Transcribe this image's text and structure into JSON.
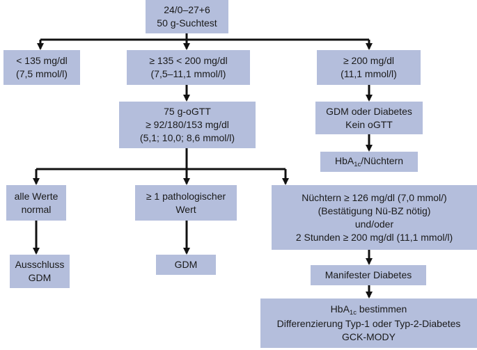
{
  "flow": {
    "start": {
      "lines": [
        "24/0–27+6",
        "50 g-Suchtest"
      ]
    },
    "lt135": {
      "lines": [
        "< 135 mg/dl",
        "(7,5 mmol/l)"
      ]
    },
    "mid": {
      "lines": [
        "≥ 135 < 200 mg/dl",
        "(7,5–11,1 mmol/l)"
      ]
    },
    "ge200": {
      "lines": [
        "≥ 200 mg/dl",
        "(11,1 mmol/l)"
      ]
    },
    "ogtt": {
      "lines": [
        "75 g-oGTT",
        "≥ 92/180/153 mg/dl",
        "(5,1; 10,0; 8,6 mmol/l)"
      ]
    },
    "gdm_or_diabetes": {
      "lines": [
        "GDM oder Diabetes",
        "Kein oGTT"
      ]
    },
    "hba1c_fasting": {
      "prefix": "HbA",
      "sub": "1c",
      "suffix": "/Nüchtern"
    },
    "all_normal": {
      "lines": [
        "alle Werte",
        "normal"
      ]
    },
    "one_pathologic": {
      "lines": [
        "≥ 1 pathologischer",
        "Wert"
      ]
    },
    "criteria": {
      "lines": [
        "Nüchtern ≥ 126 mg/dl (7,0 mmol/)",
        "(Bestätigung Nü-BZ nötig)",
        "und/oder",
        "2 Stunden ≥ 200 mg/dl (11,1 mmol/l)"
      ]
    },
    "exclusion": {
      "lines": [
        "Ausschluss",
        "GDM"
      ]
    },
    "gdm": {
      "lines": [
        "GDM"
      ]
    },
    "manifest": {
      "lines": [
        "Manifester Diabetes"
      ]
    },
    "final": {
      "line1_prefix": "HbA",
      "line1_sub": "1c",
      "line1_suffix": " bestimmen",
      "line2": "Differenzierung Typ-1 oder Typ-2-Diabetes",
      "line3": "GCK-MODY"
    }
  },
  "colors": {
    "box_fill": "#b4bedc",
    "arrow": "#111111"
  }
}
